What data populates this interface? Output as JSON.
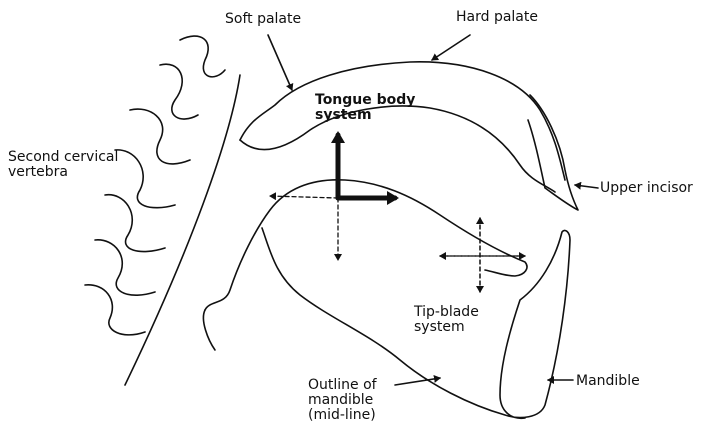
{
  "labels": {
    "soft_palate": "Soft palate",
    "hard_palate": "Hard palate",
    "second_cervical_vertebra": "Second cervical\nvertebra",
    "tongue_body_system": "Tongue body\nsystem",
    "upper_incisor": "Upper incisor",
    "tip_blade_system": "Tip-blade\nsystem",
    "outline_of_mandible": "Outline of\nmandible\n(mid-line)",
    "mandible": "Mandible"
  }
}
